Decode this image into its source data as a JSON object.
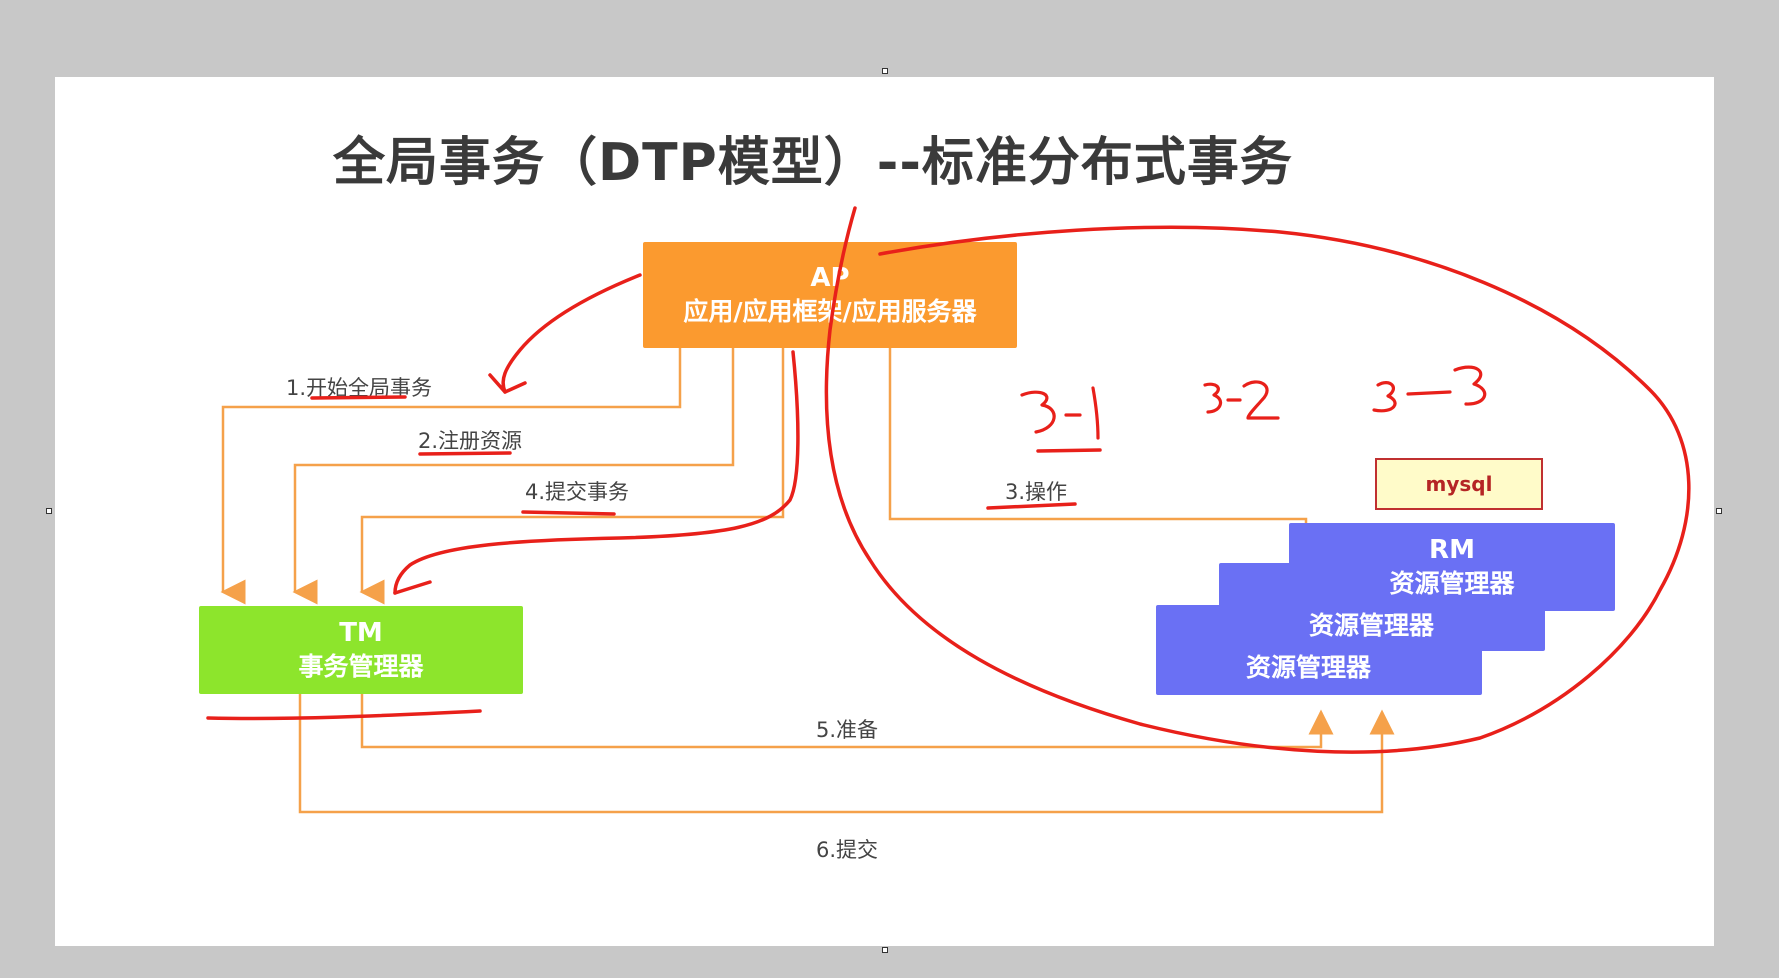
{
  "title": "全局事务（DTP模型）--标准分布式事务",
  "ap": {
    "line1": "AP",
    "line2": "应用/应用框架/应用服务器"
  },
  "tm": {
    "line1": "TM",
    "line2": "事务管理器"
  },
  "rm": {
    "line1": "RM",
    "line2": "资源管理器",
    "back1": "资源管理器",
    "back2": "资源管理器"
  },
  "mysql": "mysql",
  "steps": {
    "s1": "1.开始全局事务",
    "s2": "2.注册资源",
    "s3": "3.操作",
    "s4": "4.提交事务",
    "s5": "5.准备",
    "s6": "6.提交"
  },
  "annotations": {
    "a1": "3-1",
    "a2": "3-2",
    "a3": "3-3"
  },
  "colors": {
    "ap": "#fb9a2f",
    "tm": "#8de52c",
    "rm": "#6a70f4",
    "connector": "#f5a14a",
    "ink": "#e8201a"
  }
}
